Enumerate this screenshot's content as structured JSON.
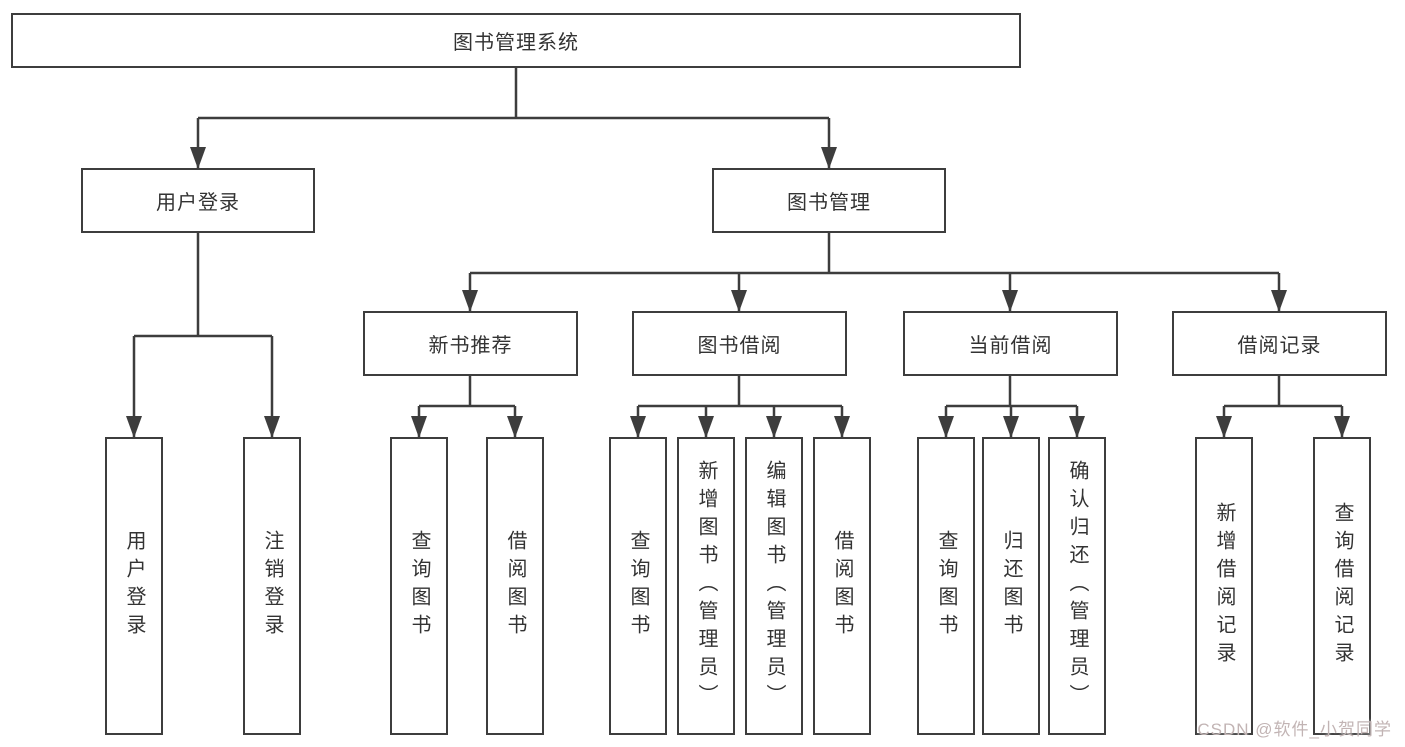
{
  "diagram": {
    "type": "hierarchy-tree",
    "colors": {
      "line": "#3d3d3d",
      "box_border": "#3d3d3d",
      "box_fill": "#ffffff",
      "text": "#333333",
      "watermark": "#c2b4b4"
    },
    "tree": {
      "label": "图书管理系统",
      "children": [
        {
          "label": "用户登录",
          "children": [
            {
              "label": "用户登录"
            },
            {
              "label": "注销登录"
            }
          ]
        },
        {
          "label": "图书管理",
          "children": [
            {
              "label": "新书推荐",
              "children": [
                {
                  "label": "查询图书"
                },
                {
                  "label": "借阅图书"
                }
              ]
            },
            {
              "label": "图书借阅",
              "children": [
                {
                  "label": "查询图书"
                },
                {
                  "label": "新增图书（管理员）"
                },
                {
                  "label": "编辑图书（管理员）"
                },
                {
                  "label": "借阅图书"
                }
              ]
            },
            {
              "label": "当前借阅",
              "children": [
                {
                  "label": "查询图书"
                },
                {
                  "label": "归还图书"
                },
                {
                  "label": "确认归还（管理员）"
                }
              ]
            },
            {
              "label": "借阅记录",
              "children": [
                {
                  "label": "新增借阅记录"
                },
                {
                  "label": "查询借阅记录"
                }
              ]
            }
          ]
        }
      ]
    },
    "watermark": {
      "text": "CSDN @软件_小贺同学"
    }
  }
}
